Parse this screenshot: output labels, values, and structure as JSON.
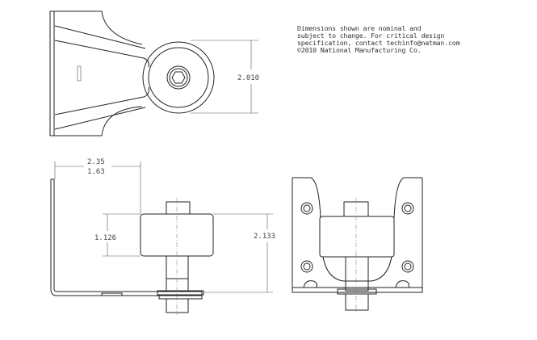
{
  "notes": {
    "lines": [
      "Dimensions shown are nominal and",
      "subject to change. For critical design",
      "specification, contact techinfo@natman.com",
      "©2010 National Manufacturing Co."
    ]
  },
  "dimensions": {
    "top_view_height": "2.010",
    "side_view_width_max": "2.35",
    "side_view_width_min": "1.63",
    "roller_width": "1.126",
    "overall_height": "2.133"
  }
}
